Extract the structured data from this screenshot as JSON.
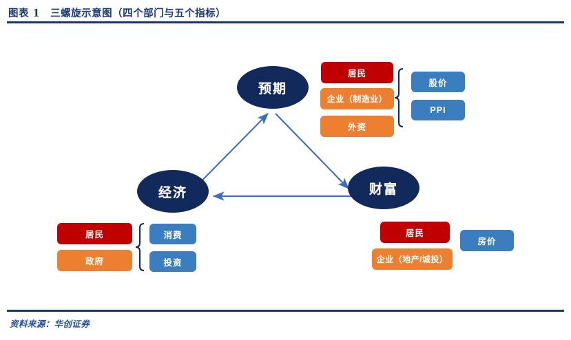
{
  "header": {
    "title": "图表 1　三螺旋示意图（四个部门与五个指标）"
  },
  "footer": {
    "source": "资料来源：华创证券"
  },
  "colors": {
    "navy": "#12295c",
    "rule": "#14386e",
    "red": "#c00000",
    "orange": "#ed8030",
    "blue": "#3a7ebf",
    "arrow": "#3a6fbf",
    "source_text": "#1f4e9c"
  },
  "chart_data": {
    "type": "diagram",
    "title": "三螺旋示意图（四个部门与五个指标）",
    "nodes": [
      {
        "id": "expectation",
        "label": "预期",
        "shape": "ellipse",
        "color": "#12295c"
      },
      {
        "id": "economy",
        "label": "经济",
        "shape": "ellipse",
        "color": "#12295c"
      },
      {
        "id": "wealth",
        "label": "财富",
        "shape": "ellipse",
        "color": "#12295c"
      }
    ],
    "edges": [
      {
        "from": "经济",
        "to": "预期",
        "style": "arrow"
      },
      {
        "from": "预期",
        "to": "财富",
        "style": "arrow"
      },
      {
        "from": "财富",
        "to": "经济",
        "style": "arrow"
      }
    ],
    "groups": [
      {
        "id": "expectation-group",
        "attached_to": "预期",
        "sectors": [
          {
            "label": "居民",
            "color": "#c00000"
          },
          {
            "label": "企业（制造业）",
            "color": "#ed8030"
          },
          {
            "label": "外资",
            "color": "#ed8030"
          }
        ],
        "indicators": [
          {
            "label": "股价",
            "color": "#3a7ebf"
          },
          {
            "label": "PPI",
            "color": "#3a7ebf"
          }
        ],
        "has_brace": true
      },
      {
        "id": "economy-group",
        "attached_to": "经济",
        "sectors": [
          {
            "label": "居民",
            "color": "#c00000"
          },
          {
            "label": "政府",
            "color": "#ed8030"
          }
        ],
        "indicators": [
          {
            "label": "消费",
            "color": "#3a7ebf"
          },
          {
            "label": "投资",
            "color": "#3a7ebf"
          }
        ],
        "has_brace": true
      },
      {
        "id": "wealth-group",
        "attached_to": "财富",
        "sectors": [
          {
            "label": "居民",
            "color": "#c00000"
          },
          {
            "label": "企业（地产/城投）",
            "color": "#ed8030"
          }
        ],
        "indicators": [
          {
            "label": "房价",
            "color": "#3a7ebf"
          }
        ],
        "has_brace": false
      }
    ]
  }
}
